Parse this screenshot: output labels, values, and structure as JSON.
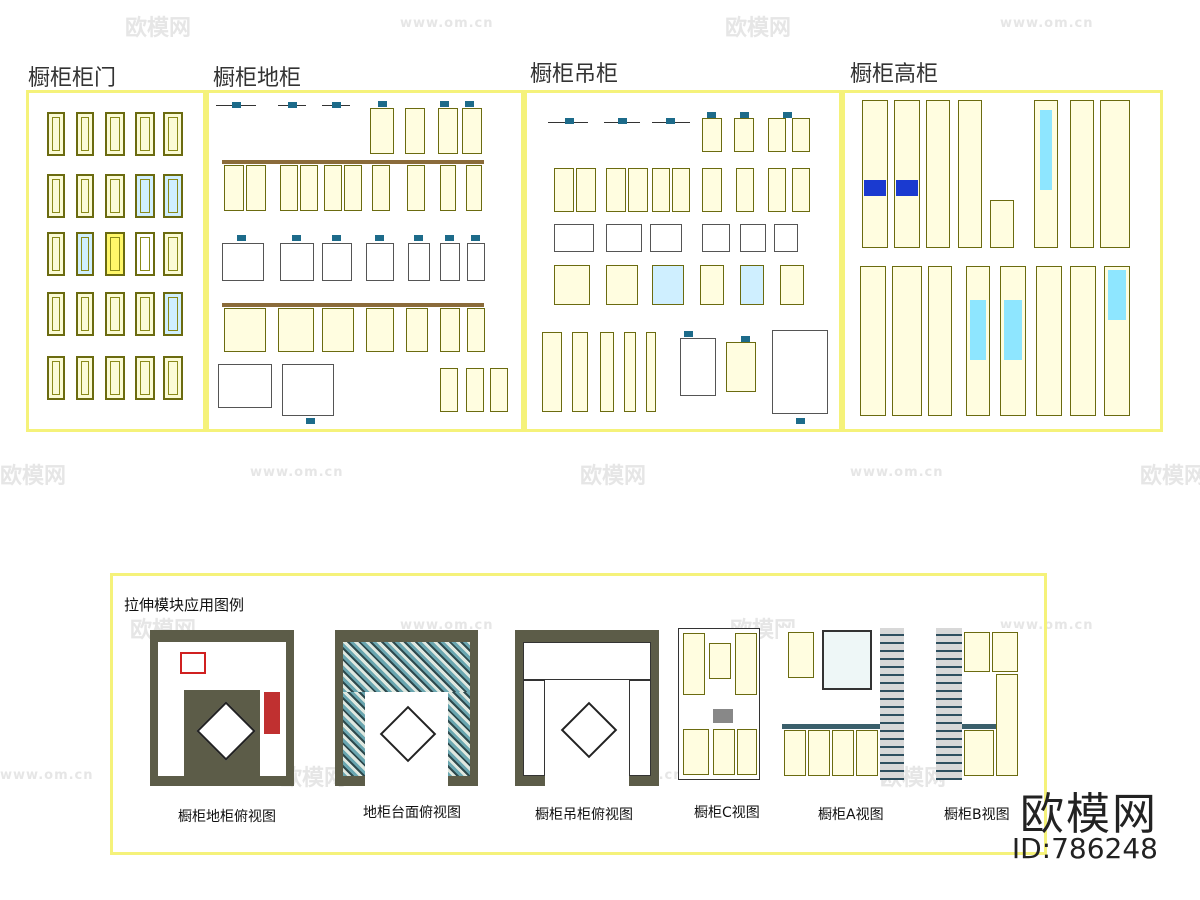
{
  "watermark": {
    "logo_text": "欧模网",
    "url_text": "www.om.cn"
  },
  "sections": [
    {
      "title": "橱柜柜门"
    },
    {
      "title": "橱柜地柜"
    },
    {
      "title": "橱柜吊柜"
    },
    {
      "title": "橱柜高柜"
    }
  ],
  "legend": {
    "title": "拉伸模块应用图例",
    "captions": [
      "橱柜地柜俯视图",
      "地柜台面俯视图",
      "橱柜吊柜俯视图",
      "橱柜C视图",
      "橱柜A视图",
      "橱柜B视图"
    ]
  },
  "brand": {
    "name": "欧模网",
    "id_label": "ID:786248"
  },
  "colors": {
    "frame": "#f5f27a",
    "cabinet_line": "#6b6b10",
    "handle": "#1d6b8a",
    "glass": "#cfefff"
  }
}
